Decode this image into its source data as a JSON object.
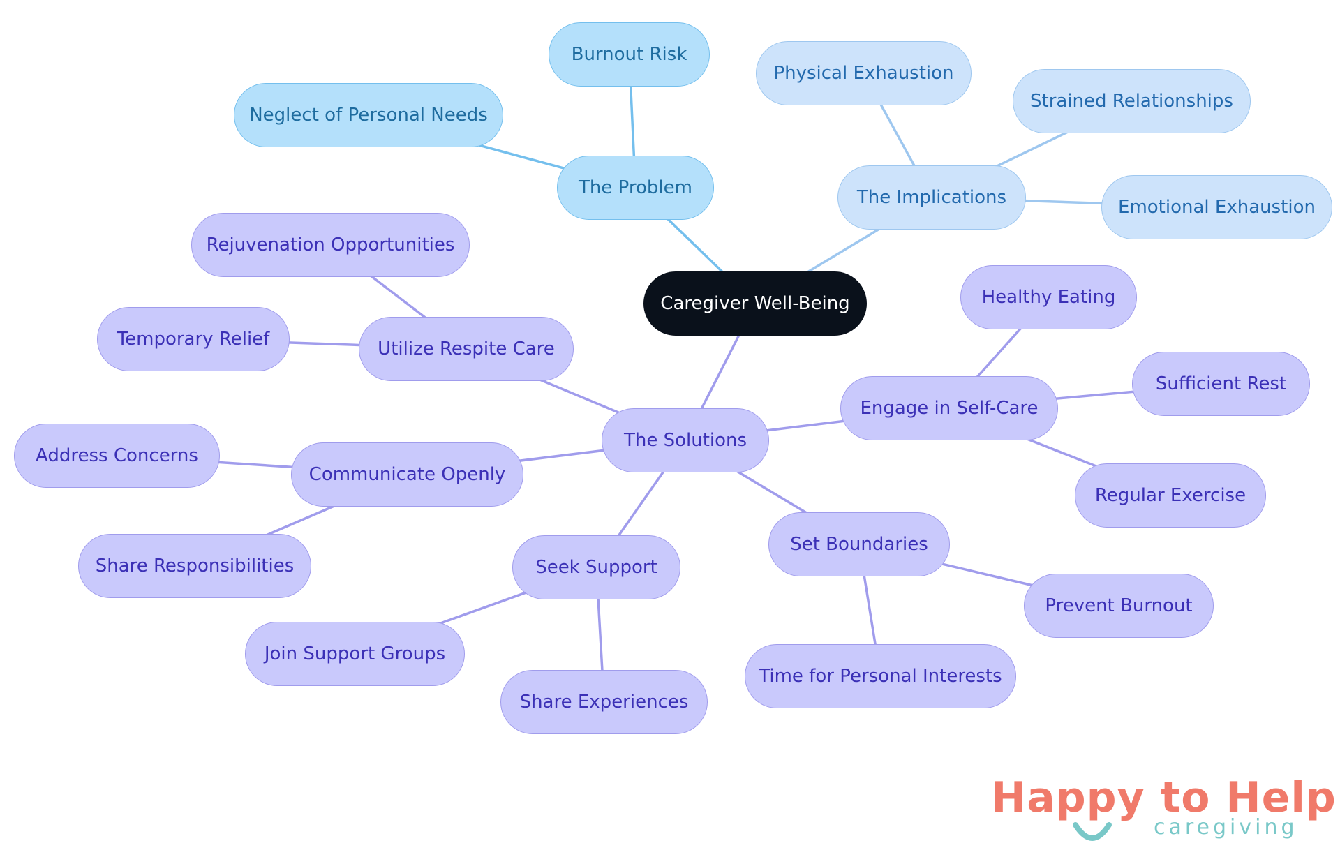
{
  "diagram": {
    "root": {
      "label": "Caregiver Well-Being"
    },
    "branches": {
      "problem": {
        "label": "The Problem",
        "children": [
          "Burnout Risk",
          "Neglect of Personal Needs"
        ]
      },
      "implications": {
        "label": "The Implications",
        "children": [
          "Physical Exhaustion",
          "Strained Relationships",
          "Emotional Exhaustion"
        ]
      },
      "solutions": {
        "label": "The Solutions",
        "children": {
          "respite": {
            "label": "Utilize Respite Care",
            "children": [
              "Rejuvenation Opportunities",
              "Temporary Relief"
            ]
          },
          "selfcare": {
            "label": "Engage in Self-Care",
            "children": [
              "Healthy Eating",
              "Sufficient Rest",
              "Regular Exercise"
            ]
          },
          "communicate": {
            "label": "Communicate Openly",
            "children": [
              "Address Concerns",
              "Share Responsibilities"
            ]
          },
          "support": {
            "label": "Seek Support",
            "children": [
              "Join Support Groups",
              "Share Experiences"
            ]
          },
          "boundaries": {
            "label": "Set Boundaries",
            "children": [
              "Prevent Burnout",
              "Time for Personal Interests"
            ]
          }
        }
      }
    },
    "colors": {
      "root_fill": "#0a111b",
      "problem_fill": "#b4e0fb",
      "problem_line": "#74bfed",
      "implications_fill": "#cde3fb",
      "implications_line": "#9ec7ef",
      "solutions_fill": "#c9c9fc",
      "solutions_line": "#a09cec"
    }
  },
  "logo": {
    "word_happy": "Happy",
    "word_to": "to",
    "word_help": "Help",
    "tagline": "caregiving",
    "colors": {
      "coral": "#f07a6a",
      "teal": "#79c8c8"
    }
  }
}
